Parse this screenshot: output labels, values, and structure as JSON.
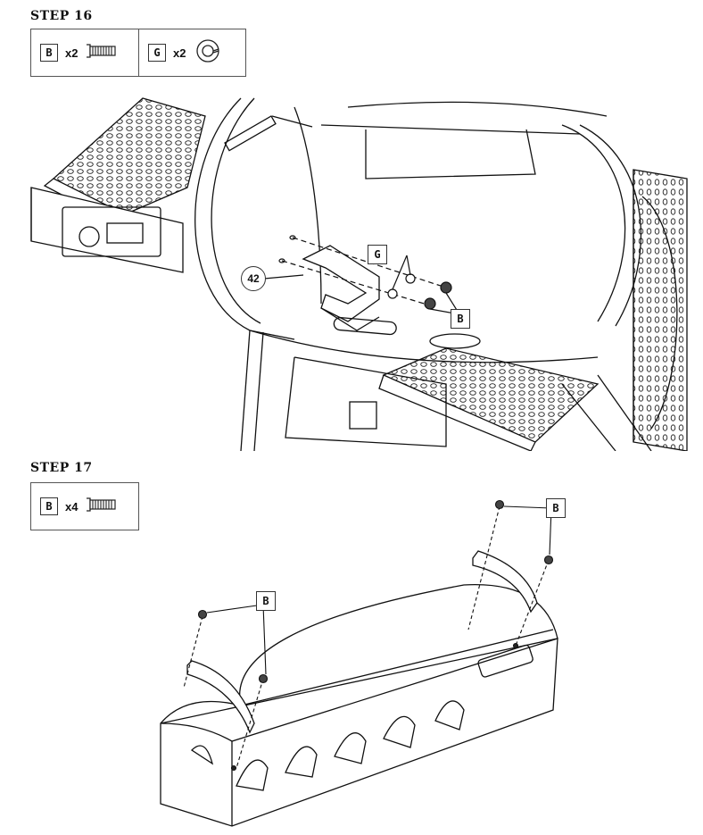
{
  "step16": {
    "title": "STEP 16",
    "parts": [
      {
        "letter": "B",
        "qty": "x2",
        "icon": "bolt-icon"
      },
      {
        "letter": "G",
        "qty": "x2",
        "icon": "lock-washer-icon"
      }
    ],
    "callouts": {
      "part_number": "42",
      "washer_letter": "G",
      "bolt_letter": "B"
    }
  },
  "step17": {
    "title": "STEP 17",
    "parts": [
      {
        "letter": "B",
        "qty": "x4",
        "icon": "bolt-icon"
      }
    ],
    "callouts": {
      "left_bolt_letter": "B",
      "right_bolt_letter": "B"
    }
  }
}
